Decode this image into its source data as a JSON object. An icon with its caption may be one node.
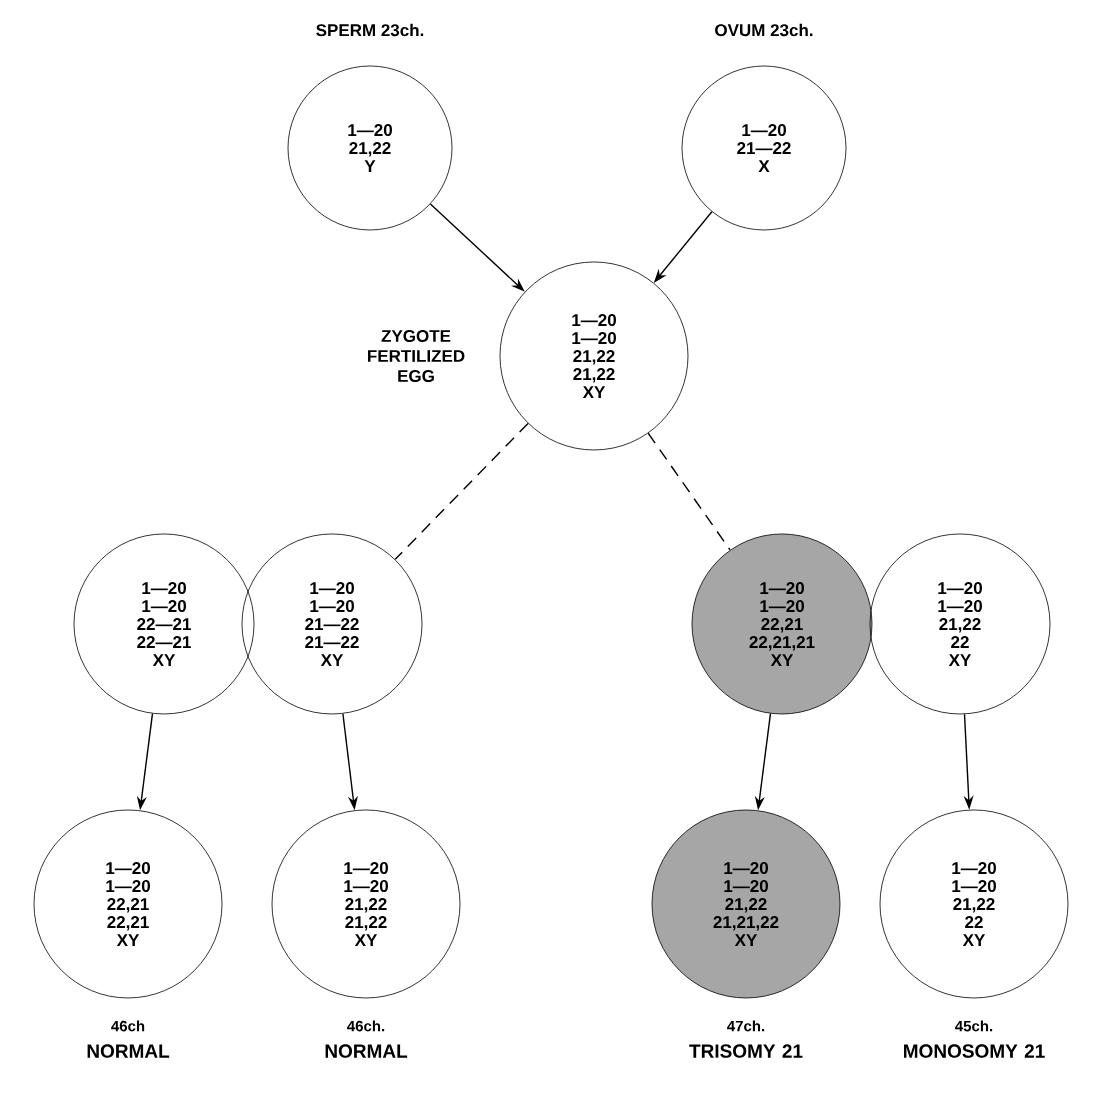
{
  "diagram": {
    "nodes": [
      {
        "text": [
          "1—20",
          "21,22",
          "Y"
        ],
        "beside": [
          "SPERM  23ch."
        ]
      },
      {
        "text": [
          "1—20",
          "21—22",
          "X"
        ],
        "beside": [
          "OVUM  23ch."
        ]
      },
      {
        "text": [
          "1—20",
          "1—20",
          "21,22",
          "21,22",
          "XY"
        ],
        "beside": [
          "ZYGOTE FERTILIZED EGG"
        ]
      },
      {
        "text": [
          "1—20",
          "1—20",
          "22—21",
          "22—21",
          "XY"
        ]
      },
      {
        "text": [
          "1—20",
          "1—20",
          "21—22",
          "21—22",
          "XY"
        ]
      },
      {
        "text": [
          "1—20",
          "1—20",
          "22,21",
          "22,21,21",
          "XY"
        ]
      },
      {
        "text": [
          "1—20",
          "1—20",
          "21,22",
          "22",
          "XY"
        ]
      },
      {
        "text": [
          "1—20",
          "1—20",
          "22,21",
          "22,21",
          "XY"
        ],
        "beside": [
          "46ch",
          "NORMAL"
        ]
      },
      {
        "text": [
          "1—20",
          "1—20",
          "21,22",
          "21,22",
          "XY"
        ],
        "beside": [
          "46ch.",
          "NORMAL"
        ]
      },
      {
        "text": [
          "1—20",
          "1—20",
          "21,22",
          "21,21,22",
          "XY"
        ],
        "beside": [
          "47ch.",
          "TRISOMY 21"
        ]
      },
      {
        "text": [
          "1—20",
          "1—20",
          "21,22",
          "22",
          "XY"
        ],
        "beside": [
          "45ch.",
          "MONOSOMY 21"
        ]
      }
    ],
    "edges": [
      {
        "from": 0,
        "to": 2,
        "arrow": "to"
      },
      {
        "from": 1,
        "to": 2,
        "arrow": "to"
      },
      {
        "from": 2,
        "to": 4,
        "arrow": "none",
        "style": "dashed"
      },
      {
        "from": 2,
        "to": 5,
        "arrow": "none",
        "style": "dashed"
      },
      {
        "from": 3,
        "to": 7,
        "arrow": "to"
      },
      {
        "from": 4,
        "to": 8,
        "arrow": "to"
      },
      {
        "from": 5,
        "to": 9,
        "arrow": "to"
      },
      {
        "from": 6,
        "to": 10,
        "arrow": "to"
      }
    ]
  }
}
